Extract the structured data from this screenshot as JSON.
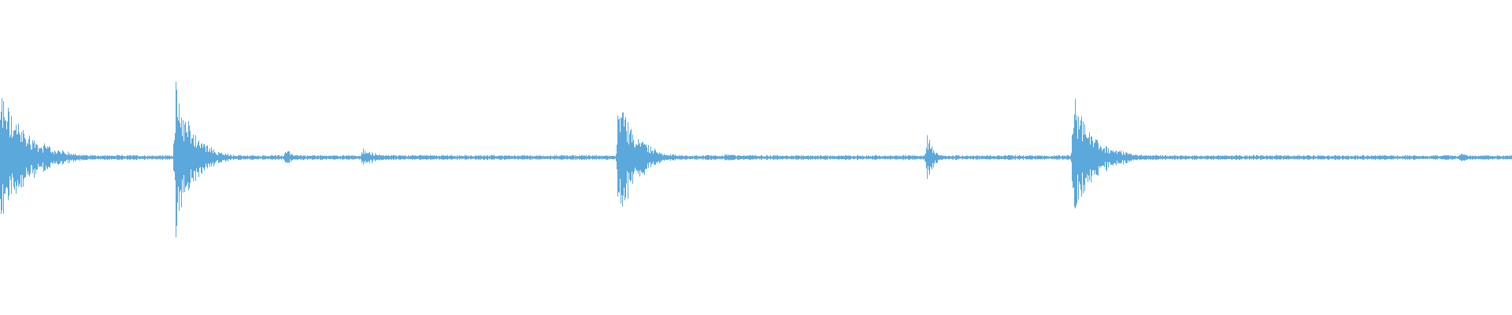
{
  "waveform": {
    "color": "#5aa8dc",
    "background": "#ffffff",
    "baseline_amplitude": 0.015,
    "peaks": [
      {
        "position": 0.0,
        "amplitude": 0.42,
        "decay": 0.018
      },
      {
        "position": 0.116,
        "amplitude": 0.45,
        "decay": 0.012
      },
      {
        "position": 0.189,
        "amplitude": 0.05,
        "decay": 0.006
      },
      {
        "position": 0.24,
        "amplitude": 0.06,
        "decay": 0.01
      },
      {
        "position": 0.409,
        "amplitude": 0.4,
        "decay": 0.012
      },
      {
        "position": 0.48,
        "amplitude": 0.03,
        "decay": 0.01
      },
      {
        "position": 0.613,
        "amplitude": 0.16,
        "decay": 0.004
      },
      {
        "position": 0.71,
        "amplitude": 0.4,
        "decay": 0.014
      },
      {
        "position": 0.966,
        "amplitude": 0.04,
        "decay": 0.004
      }
    ]
  }
}
